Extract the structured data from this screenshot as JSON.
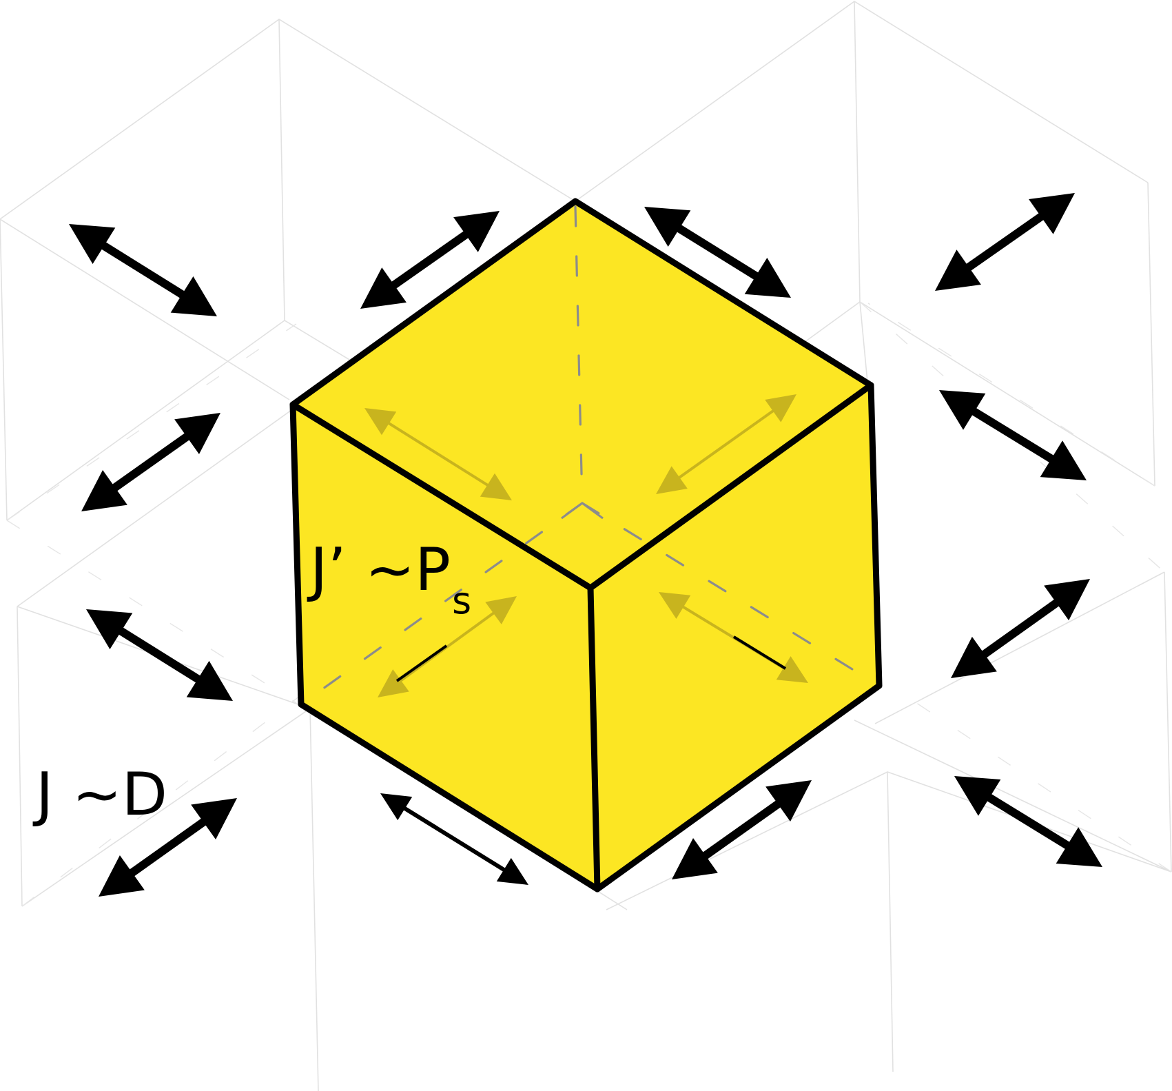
{
  "colors": {
    "background": "#ffffff",
    "cube_fill": "#fce623",
    "outline": "#000000",
    "faint_grid": "#e1e1e1",
    "hidden_edge": "#8c8c8c",
    "inner_arrow": "#c8b41e"
  },
  "labels": {
    "local_coupling_main": "J’ ~P",
    "local_coupling_sub": "s",
    "lattice_coupling": "J ~D"
  },
  "icons": {
    "arrow": "double-headed-arrow",
    "unit": "cube"
  }
}
